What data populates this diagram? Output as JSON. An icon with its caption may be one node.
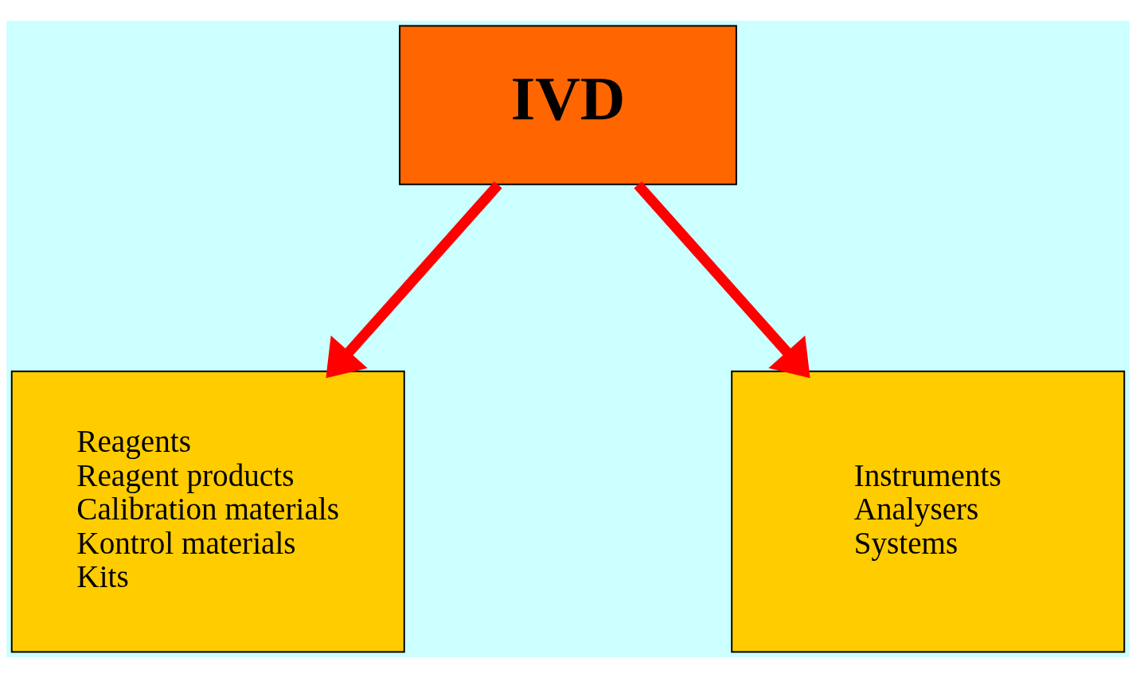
{
  "diagram": {
    "nodes": [
      {
        "text": [
          "IVD"
        ]
      },
      {
        "text": [
          "Reagents",
          "Reagent products",
          "Calibration materials",
          "Kontrol materials",
          "Kits"
        ]
      },
      {
        "text": [
          "Instruments",
          "Analysers",
          "Systems"
        ]
      }
    ],
    "edges": [
      {
        "from": 0,
        "to": 1,
        "arrow": "to"
      },
      {
        "from": 0,
        "to": 2,
        "arrow": "to"
      }
    ]
  }
}
